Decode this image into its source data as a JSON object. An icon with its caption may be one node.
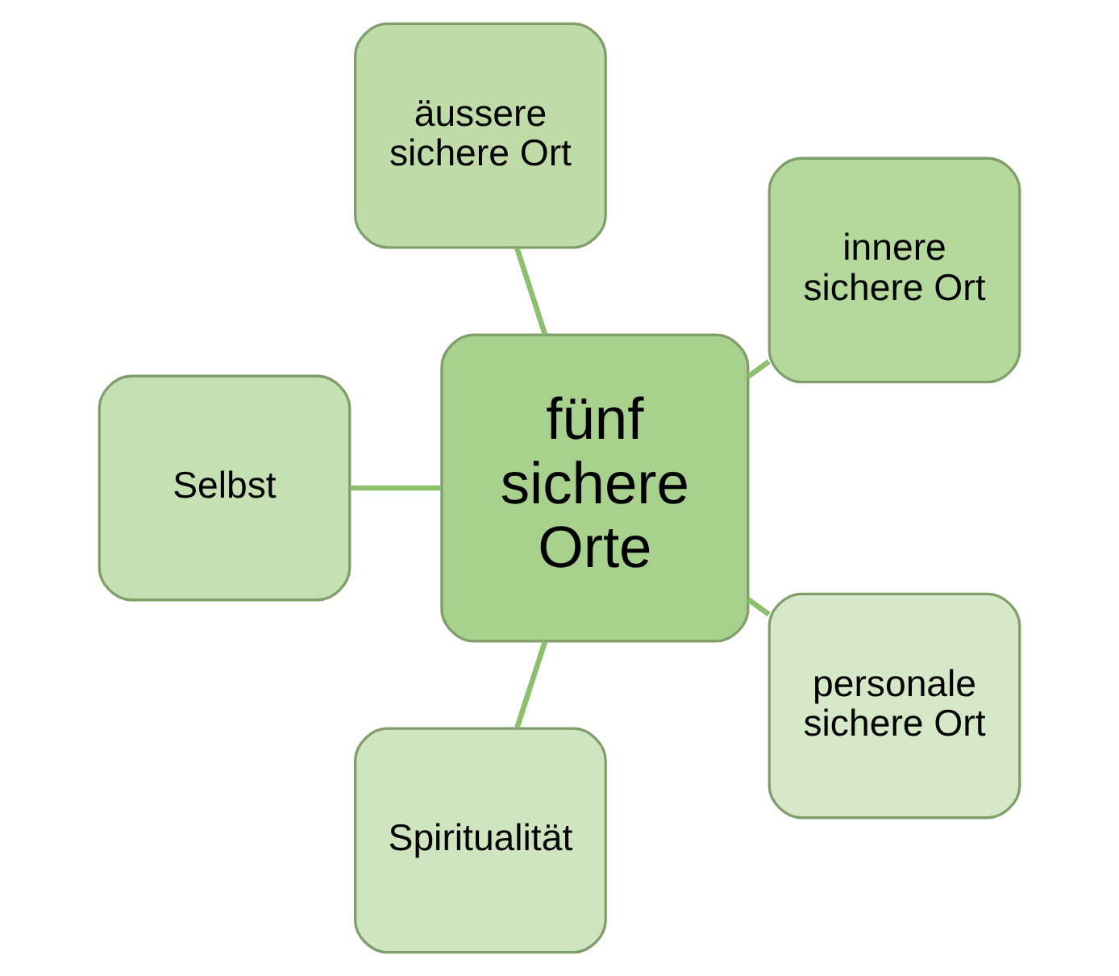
{
  "diagram": {
    "nodes": [
      {
        "text": [
          "fünf sichere Orte"
        ]
      },
      {
        "text": [
          "innere sichere Ort"
        ]
      },
      {
        "text": [
          "äussere sichere Ort"
        ]
      },
      {
        "text": [
          "Selbst"
        ]
      },
      {
        "text": [
          "Spiritualität"
        ]
      },
      {
        "text": [
          "personale sichere Ort"
        ]
      }
    ],
    "edges": [
      {
        "from": 0,
        "to": 1,
        "arrow": "none"
      },
      {
        "from": 0,
        "to": 2,
        "arrow": "none"
      },
      {
        "from": 0,
        "to": 3,
        "arrow": "none"
      },
      {
        "from": 0,
        "to": 4,
        "arrow": "none"
      },
      {
        "from": 0,
        "to": 5,
        "arrow": "none"
      }
    ]
  }
}
